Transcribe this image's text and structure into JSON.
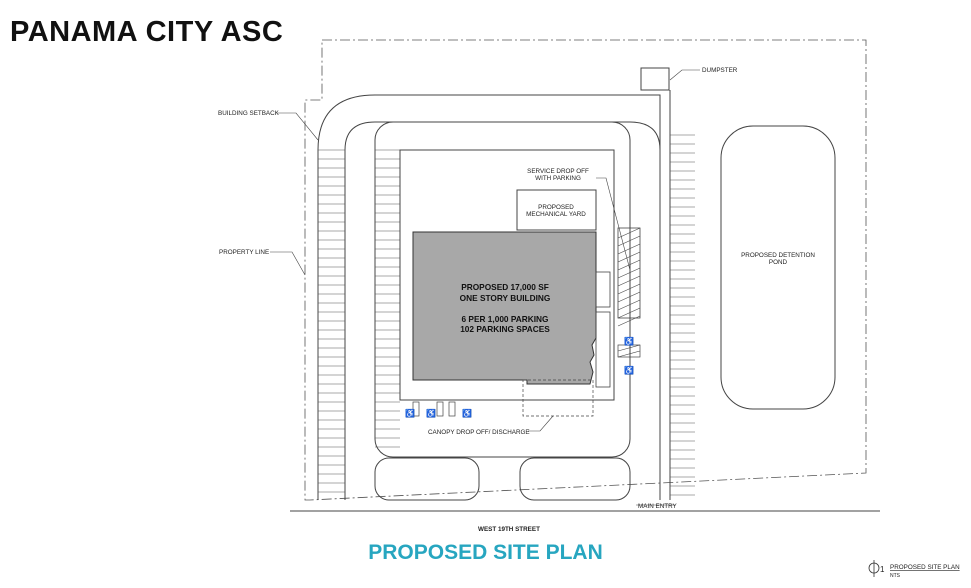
{
  "header": {
    "title": "PANAMA CITY ASC"
  },
  "labels": {
    "dumpster": "DUMPSTER",
    "building_setback": "BUILDING SETBACK",
    "property_line": "PROPERTY LINE",
    "service_drop": [
      "SERVICE DROP OFF",
      "WITH PARKING"
    ],
    "mechanical_yard": [
      "PROPOSED",
      "MECHANICAL YARD"
    ],
    "detention_pond": [
      "PROPOSED DETENTION",
      "POND"
    ],
    "canopy": "CANOPY DROP OFF/ DISCHARGE",
    "main_entry": "MAIN ENTRY",
    "street": "WEST 19TH STREET"
  },
  "building": {
    "line1": "PROPOSED 17,000 SF",
    "line2": "ONE STORY BUILDING",
    "line3": "6 PER 1,000 PARKING",
    "line4": "102 PARKING SPACES"
  },
  "footer": {
    "plan_title": "PROPOSED SITE PLAN",
    "sheet_number": "1",
    "sheet_label": "PROPOSED SITE PLAN",
    "scale": "NTS"
  },
  "colors": {
    "building_fill": "#a8a8a8",
    "accent": "#27a6c0",
    "linework": "#444444"
  }
}
